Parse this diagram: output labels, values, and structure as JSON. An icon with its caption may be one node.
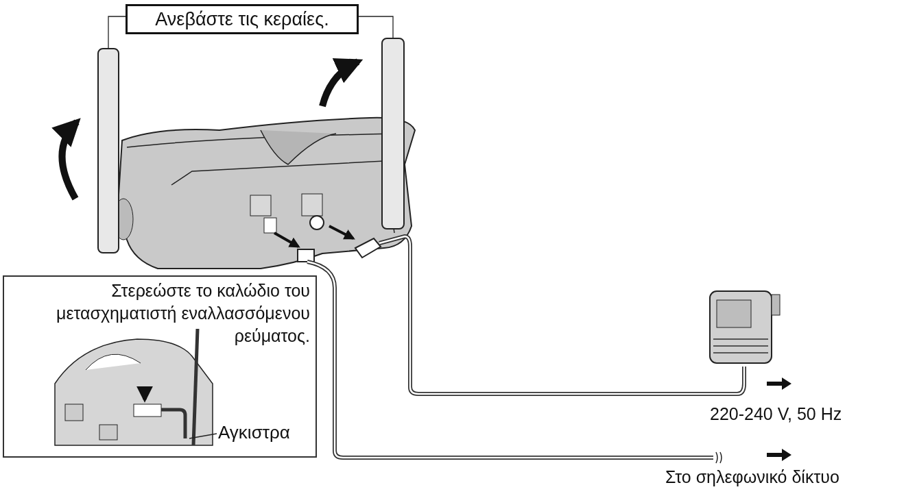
{
  "diagram": {
    "nodes": [
      {
        "text": [
          "Ανεβάστε τις κεραίες."
        ]
      },
      {
        "text": [],
        "shape": "bar"
      },
      {
        "text": [],
        "shape": "bar"
      },
      {
        "text": [
          "Στερεώστε το καλώδιο του μετασχηματιστή εναλλασσόμενου ρεύματος."
        ]
      },
      {
        "text": [
          "Αγκιστρα"
        ],
        "in": 3
      }
    ],
    "edges": [
      {
        "from": 0,
        "to": 1,
        "arrow": "none"
      },
      {
        "from": 0,
        "to": 2,
        "arrow": "none"
      },
      {
        "from": 4,
        "to": null,
        "arrow": "none"
      }
    ],
    "labels": [
      "220-240 V, 50 Hz",
      "Στο σηλεφωνικό δίκτυο"
    ]
  }
}
